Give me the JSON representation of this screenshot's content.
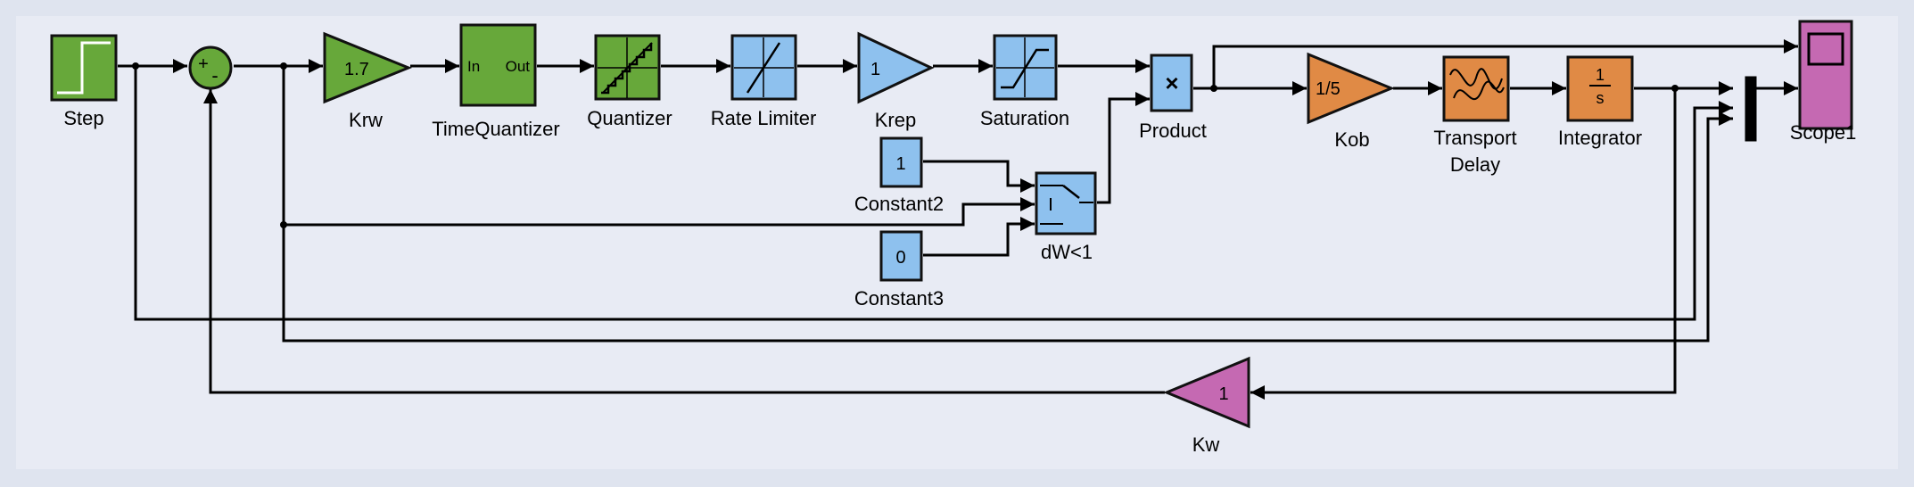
{
  "blocks": {
    "step": {
      "label": "Step"
    },
    "sum": {
      "sign_plus": "+",
      "sign_minus": "-"
    },
    "krw": {
      "label": "Krw",
      "value": "1.7"
    },
    "time_quantizer": {
      "label": "TimeQuantizer",
      "port_in": "In",
      "port_out": "Out"
    },
    "quantizer": {
      "label": "Quantizer"
    },
    "rate_limiter": {
      "label": "Rate Limiter"
    },
    "krep": {
      "label": "Krep",
      "value": "1"
    },
    "saturation": {
      "label": "Saturation"
    },
    "product": {
      "label": "Product",
      "symbol": "×"
    },
    "constant2": {
      "label": "Constant2",
      "value": "1"
    },
    "constant3": {
      "label": "Constant3",
      "value": "0"
    },
    "switch": {
      "label": "dW<1"
    },
    "kob": {
      "label": "Kob",
      "value": "1/5"
    },
    "transport_delay": {
      "label_line1": "Transport",
      "label_line2": "Delay"
    },
    "integrator": {
      "label": "Integrator",
      "numerator": "1",
      "denominator": "s"
    },
    "scope": {
      "label": "Scope1"
    },
    "kw": {
      "label": "Kw",
      "value": "1"
    }
  },
  "colors": {
    "background": "#dfe4ef",
    "green_blocks": "#67a83a",
    "blue_blocks": "#8ec1ee",
    "orange_blocks": "#e08a45",
    "pink_blocks": "#c569b2"
  }
}
